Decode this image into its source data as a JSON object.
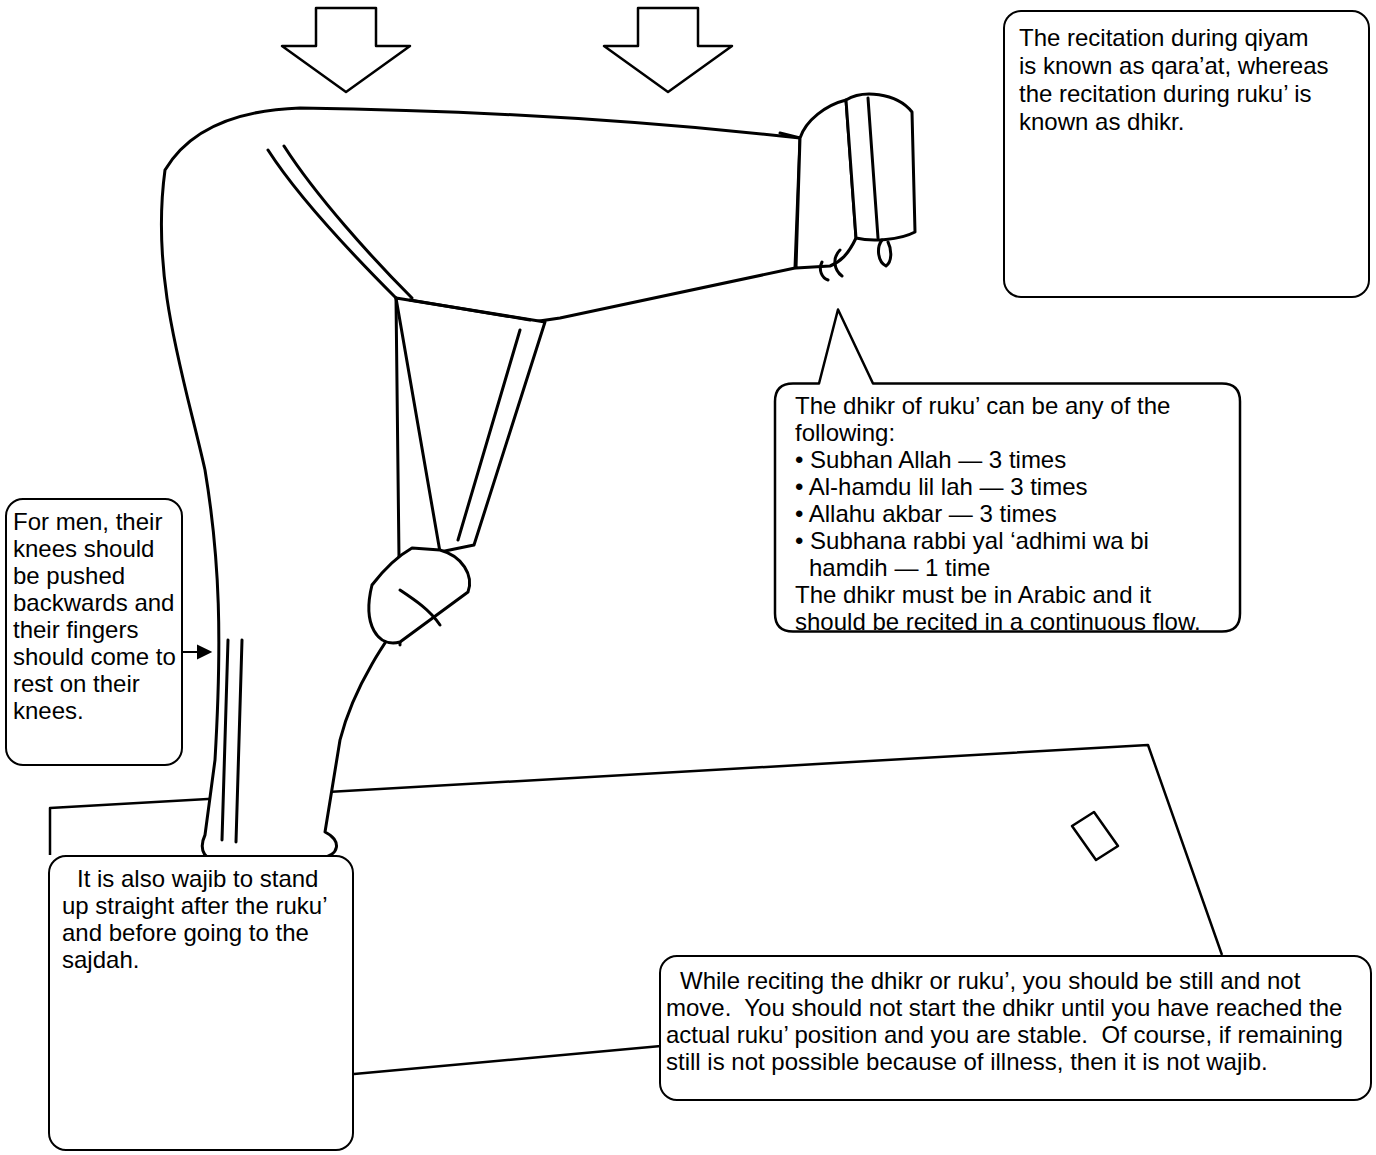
{
  "diagram": {
    "nodes": [
      {
        "text": [
          "The recitation during qiyam is known as qara’at, whereas the recitation during ruku’ is known as dhikr."
        ]
      },
      {
        "text": [
          "The dhikr of ruku’ can be any of the following:",
          "• Subhan Allah — 3 times",
          "• Al-hamdu lil lah — 3 times",
          "• Allahu akbar — 3 times",
          "• Subhana rabbi yal ‘adhimi wa bi hamdih — 1 time",
          "The dhikr must be in Arabic and it should be recited in a continuous flow."
        ]
      },
      {
        "text": [
          "For men, their knees should be pushed backwards and their fingers should come to rest on their knees."
        ]
      },
      {
        "text": [
          "It is also wajib to stand up straight after the ruku’ and before going to the sajdah."
        ]
      },
      {
        "text": [
          "While reciting the dhikr or ruku’, you should be still and not move.  You should not start the dhikr until you have reached the actual ruku’ position and you are stable.  Of course, if remaining still is not possible because of illness, then it is not wajib."
        ]
      }
    ]
  }
}
